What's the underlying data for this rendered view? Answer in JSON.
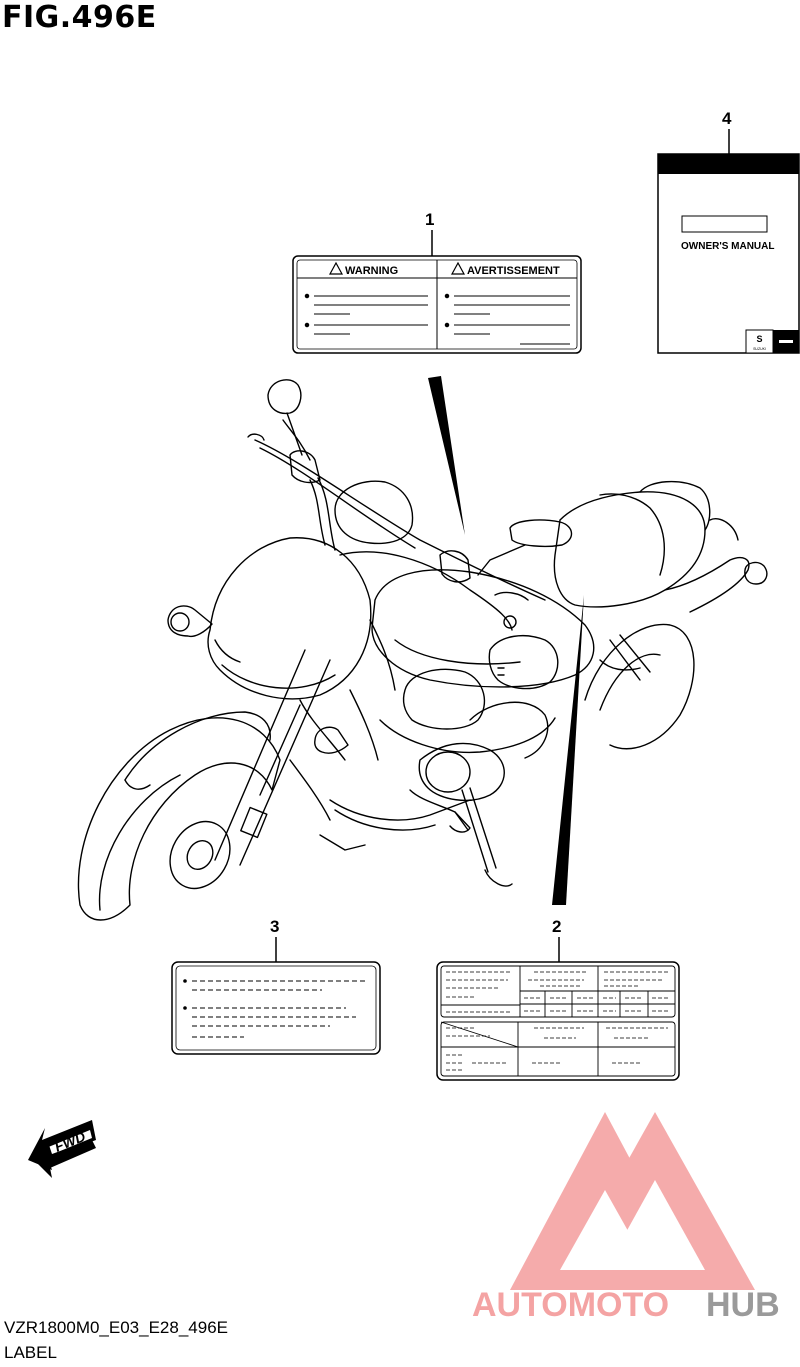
{
  "figure": {
    "title": "FIG.496E",
    "code": "VZR1800M0_E03_E28_496E",
    "label": "LABEL"
  },
  "callouts": [
    "1",
    "2",
    "3",
    "4"
  ],
  "label_1": {
    "left_heading": "WARNING",
    "right_heading": "AVERTISSEMENT"
  },
  "label_4": {
    "title": "OWNER'S MANUAL",
    "brand": "SUZUKI"
  },
  "direction_mark": "FWD",
  "watermark": {
    "part1": "AUTOMOTO",
    "part2": "HUB",
    "color_primary": "#f4a3a3",
    "color_secondary": "#9a9a9a"
  }
}
